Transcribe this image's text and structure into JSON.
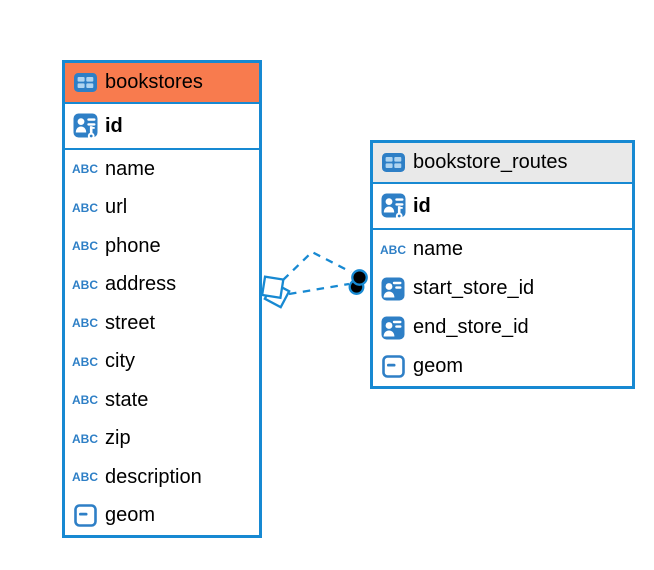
{
  "diagram": {
    "icon_labels": {
      "text_type": "ABC"
    },
    "colors": {
      "accent_blue": "#1789D2",
      "icon_blue": "#2E7FC6",
      "icon_cell_light": "#AFD4F0",
      "bookstores_header": "#F87B4E",
      "routes_header": "#E9E9E9",
      "connector_dot": "#000000",
      "text": "#000000",
      "background": "#FFFFFF"
    },
    "tables": [
      {
        "name": "bookstores",
        "primary_key": "id",
        "columns": [
          "name",
          "url",
          "phone",
          "address",
          "street",
          "city",
          "state",
          "zip",
          "description",
          "geom"
        ],
        "column_types": [
          "text",
          "text",
          "text",
          "text",
          "text",
          "text",
          "text",
          "text",
          "text",
          "geometry"
        ]
      },
      {
        "name": "bookstore_routes",
        "primary_key": "id",
        "columns": [
          "name",
          "start_store_id",
          "end_store_id",
          "geom"
        ],
        "column_types": [
          "text",
          "reference",
          "reference",
          "geometry"
        ]
      }
    ],
    "relationship": {
      "between": [
        "bookstores",
        "bookstore_routes"
      ],
      "line_count": 2,
      "line_style": "dashed",
      "left_marker": "stacked-square-outline",
      "right_marker": "stacked-black-dot"
    }
  }
}
